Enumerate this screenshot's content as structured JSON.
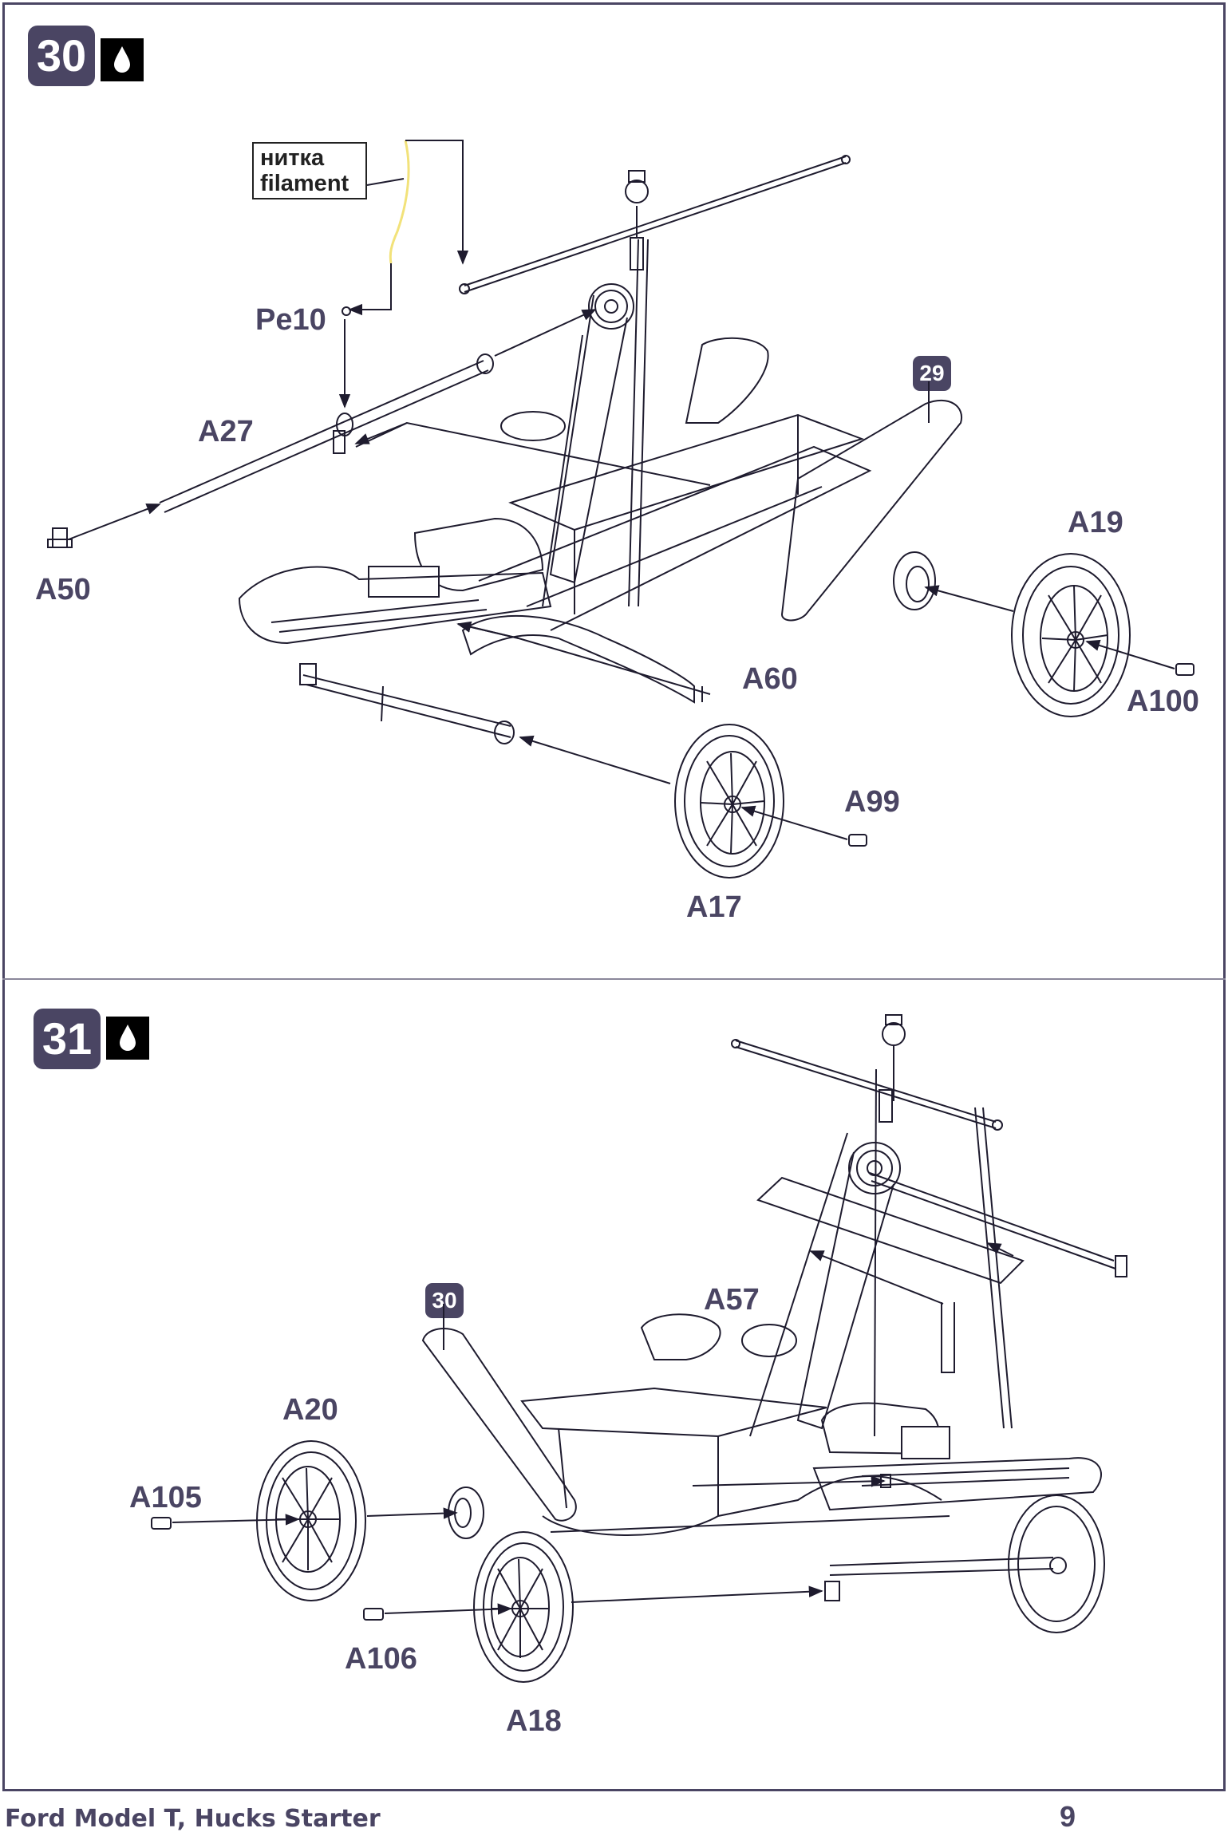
{
  "steps": [
    {
      "number": "30",
      "glue_icon": "glue-drop-icon",
      "note": {
        "ru": "нитка",
        "en": "filament"
      },
      "ref_badge": "29",
      "parts": {
        "pe10": "Pe10",
        "a27": "A27",
        "a50": "A50",
        "a60": "A60",
        "a19": "A19",
        "a100": "A100",
        "a99": "A99",
        "a17": "A17"
      }
    },
    {
      "number": "31",
      "glue_icon": "glue-drop-icon",
      "ref_badge": "30",
      "parts": {
        "a57": "A57",
        "a20": "A20",
        "a105": "A105",
        "a106": "A106",
        "a18": "A18"
      }
    }
  ],
  "footer": {
    "title": "Ford Model T, Hucks Starter",
    "page_number": "9"
  },
  "colors": {
    "ink": "#4a4563",
    "line": "#1e1b2e",
    "filament": "#f2e27a"
  }
}
